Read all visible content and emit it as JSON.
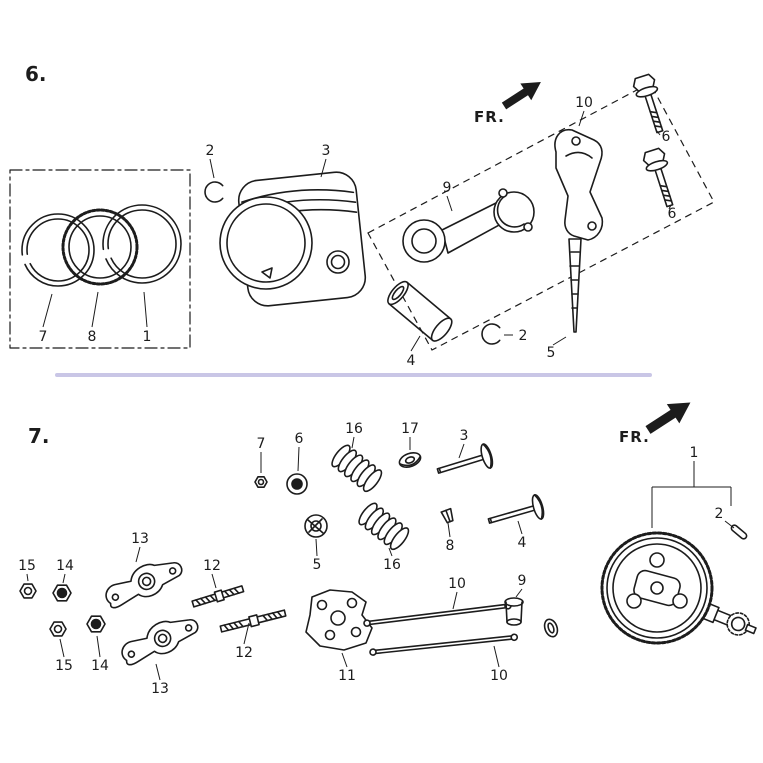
{
  "colors": {
    "ink": "#1c1c1c",
    "divider": "#c9c6e6"
  },
  "section6": {
    "number": "6.",
    "fr": "FR.",
    "labels": [
      {
        "t": "2"
      },
      {
        "t": "3"
      },
      {
        "t": "7"
      },
      {
        "t": "8"
      },
      {
        "t": "1"
      },
      {
        "t": "4"
      },
      {
        "t": "2"
      },
      {
        "t": "5"
      },
      {
        "t": "9"
      },
      {
        "t": "10"
      },
      {
        "t": "6"
      },
      {
        "t": "6"
      }
    ]
  },
  "section7": {
    "number": "7.",
    "fr": "FR.",
    "labels": [
      {
        "t": "7"
      },
      {
        "t": "6"
      },
      {
        "t": "16"
      },
      {
        "t": "17"
      },
      {
        "t": "3"
      },
      {
        "t": "1"
      },
      {
        "t": "2"
      },
      {
        "t": "5"
      },
      {
        "t": "16"
      },
      {
        "t": "8"
      },
      {
        "t": "4"
      },
      {
        "t": "15"
      },
      {
        "t": "14"
      },
      {
        "t": "13"
      },
      {
        "t": "12"
      },
      {
        "t": "12"
      },
      {
        "t": "13"
      },
      {
        "t": "14"
      },
      {
        "t": "15"
      },
      {
        "t": "11"
      },
      {
        "t": "10"
      },
      {
        "t": "10"
      },
      {
        "t": "9"
      }
    ]
  }
}
